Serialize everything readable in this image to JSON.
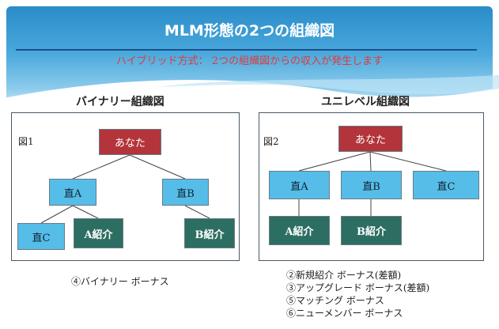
{
  "title": "MLM形態の2つの組織図",
  "subtitle": "ハイブリッド方式： 2つの組織図からの収入が発生します",
  "colors": {
    "header": "#2a8cc8",
    "parent": "#b3343a",
    "direct": "#55bde8",
    "referral": "#2c6e62",
    "subtitle": "#e03a3a"
  },
  "binary": {
    "heading": "バイナリー組織図",
    "figure": "図1",
    "you": "あなた",
    "directA": "直A",
    "directB": "直B",
    "directC": "直C",
    "refA": "A紹介",
    "refB": "B紹介",
    "bonus": "④バイナリー ボーナス"
  },
  "unilevel": {
    "heading": "ユニレベル組織図",
    "figure": "図2",
    "you": "あなた",
    "directA": "直A",
    "directB": "直B",
    "directC": "直C",
    "refA": "A紹介",
    "refB": "B紹介",
    "bonuses": [
      "②新規紹介 ボーナス(差額)",
      "③アップグレード ボーナス(差額)",
      "⑤マッチング ボーナス",
      "⑥ニューメンバー ボーナス"
    ]
  }
}
